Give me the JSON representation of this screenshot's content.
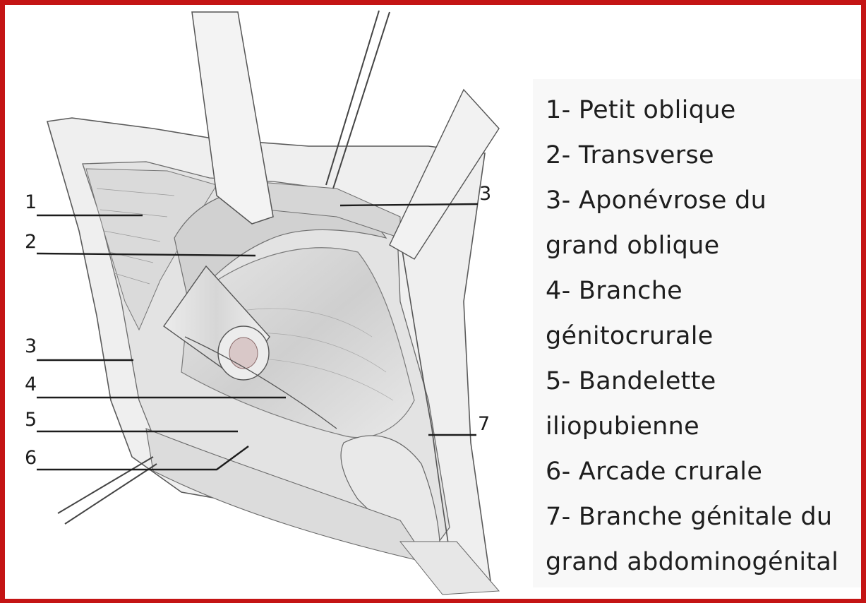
{
  "legend": {
    "lines": [
      "1- Petit oblique",
      "2- Transverse",
      "3- Aponévrose du",
      "grand oblique",
      "4- Branche",
      "génitocrurale",
      "5- Bandelette",
      "iliopubienne",
      "6- Arcade crurale",
      "7- Branche génitale du",
      "grand abdominogénital"
    ]
  },
  "callouts": {
    "c1": "1",
    "c2": "2",
    "c3_top": "3",
    "c3_left": "3",
    "c4": "4",
    "c5": "5",
    "c6": "6",
    "c7": "7"
  },
  "colors": {
    "border": "#c41414",
    "ink": "#1c1c1c",
    "tissue_shade": "#d8d8d8",
    "tissue_light": "#eeeeee"
  }
}
